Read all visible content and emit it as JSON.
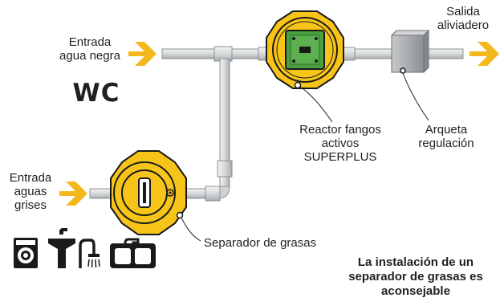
{
  "labels": {
    "inlet_black": [
      "Entrada",
      "agua negra"
    ],
    "wc": "WC",
    "inlet_grey": [
      "Entrada",
      "aguas",
      "grises"
    ],
    "outlet": [
      "Salida",
      "aliviadero"
    ],
    "reactor": [
      "Reactor fangos",
      "activos",
      "SUPERPLUS"
    ],
    "chamber": [
      "Arqueta",
      "regulación"
    ],
    "separator": "Separador de grasas"
  },
  "note": [
    "La instalación de un",
    "separador de grasas es",
    "aconsejable"
  ],
  "icons": [
    "washing-machine-icon",
    "sink-icon",
    "shower-icon",
    "kitchen-sink-icon"
  ],
  "colors": {
    "arrow": "#f5b81c",
    "tank_yellow": "#f7c419",
    "tank_outline": "#1a1a1a",
    "pipe": "#d9dcdd",
    "pipe_edge": "#8c9093",
    "reactor_green": "#4aa03f",
    "chamber_grey": "#a9acaf"
  }
}
